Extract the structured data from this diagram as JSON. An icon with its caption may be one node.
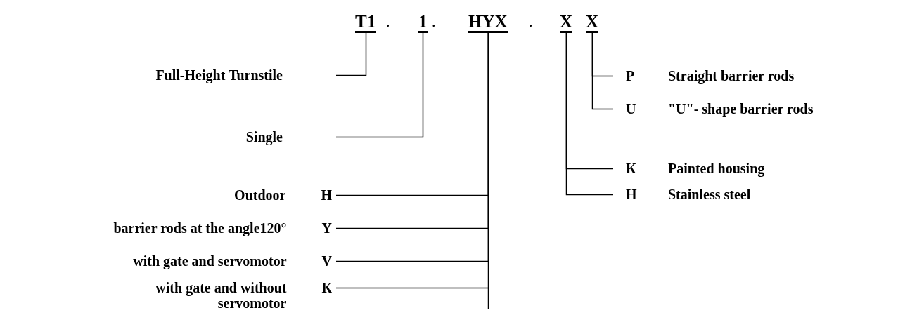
{
  "diagram": {
    "nodes": [
      {
        "text": [
          "T1"
        ]
      },
      {
        "text": [
          "1"
        ]
      },
      {
        "text": [
          "HYX"
        ]
      },
      {
        "text": [
          "X"
        ]
      },
      {
        "text": [
          "X"
        ]
      },
      {
        "text": [
          "Full-Height Turnstile"
        ]
      },
      {
        "text": [
          "Single"
        ]
      },
      {
        "text": [
          "Outdoor",
          "H"
        ]
      },
      {
        "text": [
          "barrier rods at the angle120°",
          "Y"
        ]
      },
      {
        "text": [
          "with gate and servomotor",
          "V"
        ]
      },
      {
        "text": [
          "with gate and without servomotor",
          "К"
        ]
      },
      {
        "text": [
          "P",
          "Straight barrier rods"
        ]
      },
      {
        "text": [
          "U",
          "\"U\"- shape barrier rods"
        ]
      },
      {
        "text": [
          "К",
          "Painted housing"
        ]
      },
      {
        "text": [
          "H",
          "Stainless steel"
        ]
      }
    ],
    "edges": [
      {
        "from": 5,
        "to": 0,
        "arrow": "none"
      },
      {
        "from": 6,
        "to": 1,
        "arrow": "none"
      },
      {
        "from": 7,
        "to": 2,
        "arrow": "none"
      },
      {
        "from": 8,
        "to": 2,
        "arrow": "none"
      },
      {
        "from": 9,
        "to": 2,
        "arrow": "none"
      },
      {
        "from": 10,
        "to": 2,
        "arrow": "none"
      },
      {
        "from": 11,
        "to": 4,
        "arrow": "none"
      },
      {
        "from": 12,
        "to": 4,
        "arrow": "none"
      },
      {
        "from": 13,
        "to": 3,
        "arrow": "none"
      },
      {
        "from": 14,
        "to": 3,
        "arrow": "none"
      }
    ],
    "labels": [
      ".",
      ".",
      "."
    ]
  }
}
